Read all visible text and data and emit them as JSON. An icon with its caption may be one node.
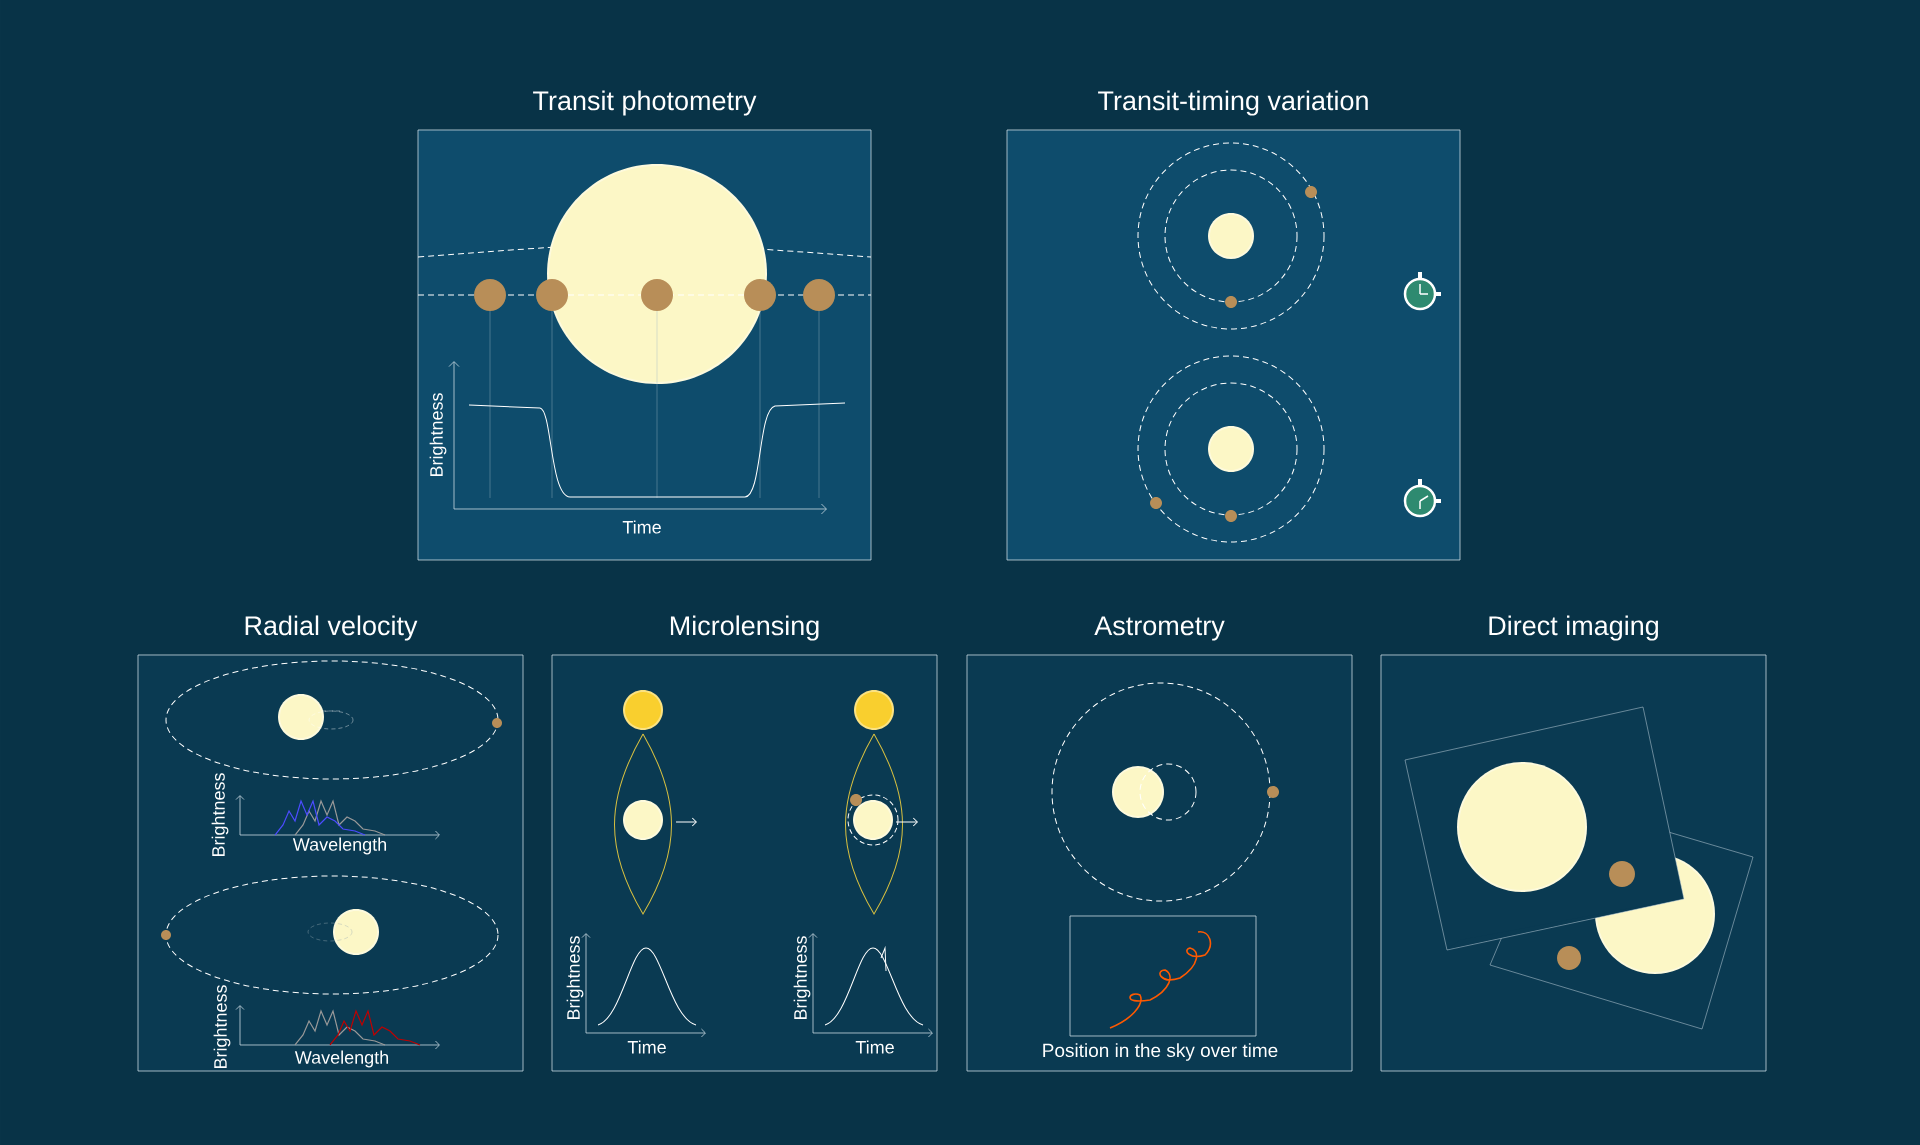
{
  "diagram": {
    "nodes": [
      {
        "text": [
          "Transit photometry"
        ]
      },
      {
        "text": [
          "Transit-timing variation"
        ]
      },
      {
        "text": [
          "Radial velocity"
        ]
      },
      {
        "text": [
          "Microlensing"
        ]
      },
      {
        "text": [
          "Astrometry"
        ]
      },
      {
        "text": [
          "Direct imaging"
        ]
      }
    ],
    "labels": [
      "Brightness",
      "Time",
      "Brightness",
      "Wavelength",
      "Brightness",
      "Wavelength",
      "Brightness",
      "Time",
      "Brightness",
      "Time",
      "Position in the sky over time"
    ]
  }
}
